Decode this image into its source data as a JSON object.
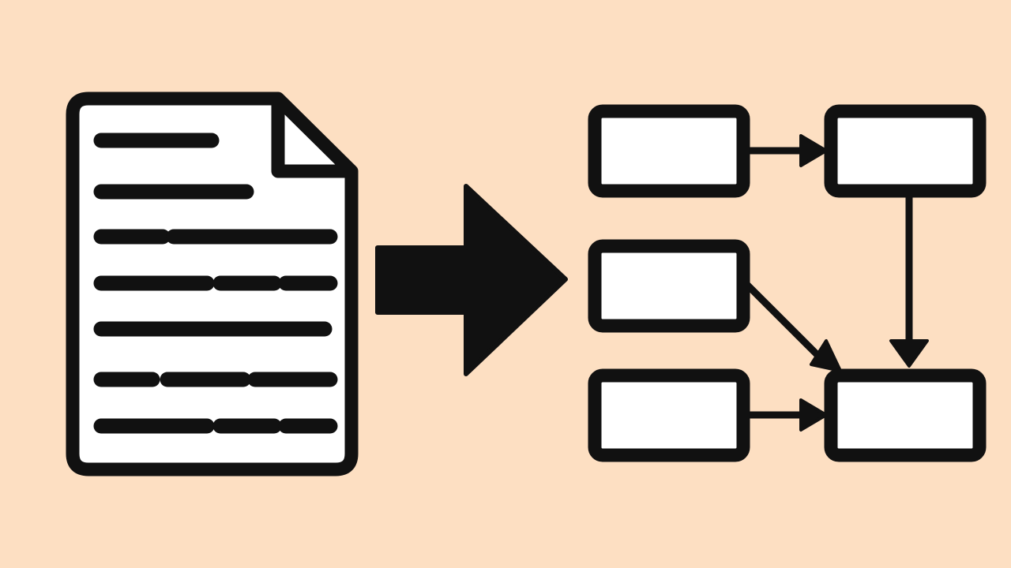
{
  "background_color": "#FDDFC2",
  "ink_color": "#111111",
  "fill_color": "#FFFFFF",
  "icons": {
    "document": "document-icon",
    "arrow": "right-arrow-icon",
    "flowchart": "flowchart-icon"
  },
  "document": {
    "line_groups": [
      1,
      1,
      2,
      3,
      1,
      3,
      3
    ]
  },
  "flowchart": {
    "nodes": [
      "box-1",
      "box-2",
      "box-3",
      "box-4",
      "box-5"
    ],
    "edges": [
      {
        "from": "box-1",
        "to": "box-2"
      },
      {
        "from": "box-2",
        "to": "box-5"
      },
      {
        "from": "box-3",
        "to": "box-5"
      },
      {
        "from": "box-4",
        "to": "box-5"
      }
    ]
  }
}
